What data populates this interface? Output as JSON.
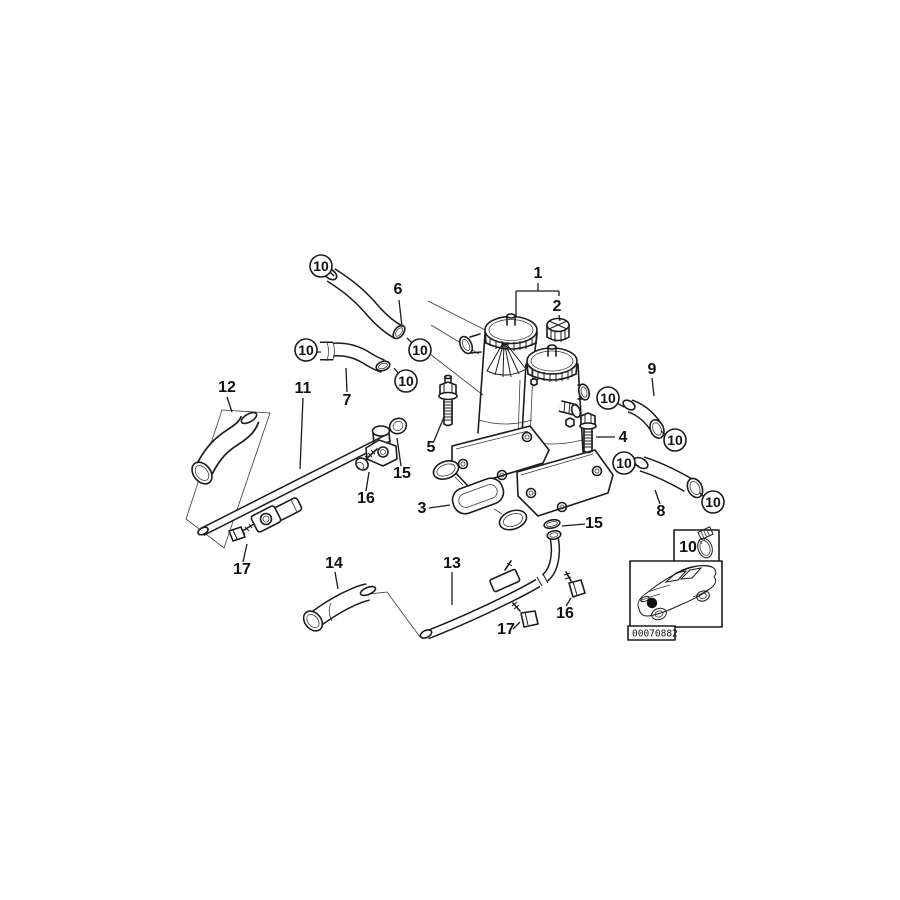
{
  "diagram": {
    "callouts": {
      "c1": "1",
      "c2": "2",
      "c3": "3",
      "c4": "4",
      "c5": "5",
      "c6": "6",
      "c7": "7",
      "c8": "8",
      "c9": "9",
      "c10": "10",
      "c11": "11",
      "c12": "12",
      "c13": "13",
      "c14": "14",
      "c15": "15",
      "c16": "16",
      "c17": "17"
    },
    "clamp_badge": "10",
    "image_code": "00070882"
  },
  "colors": {
    "ink": "#1c1c1c",
    "background": "#ffffff"
  }
}
